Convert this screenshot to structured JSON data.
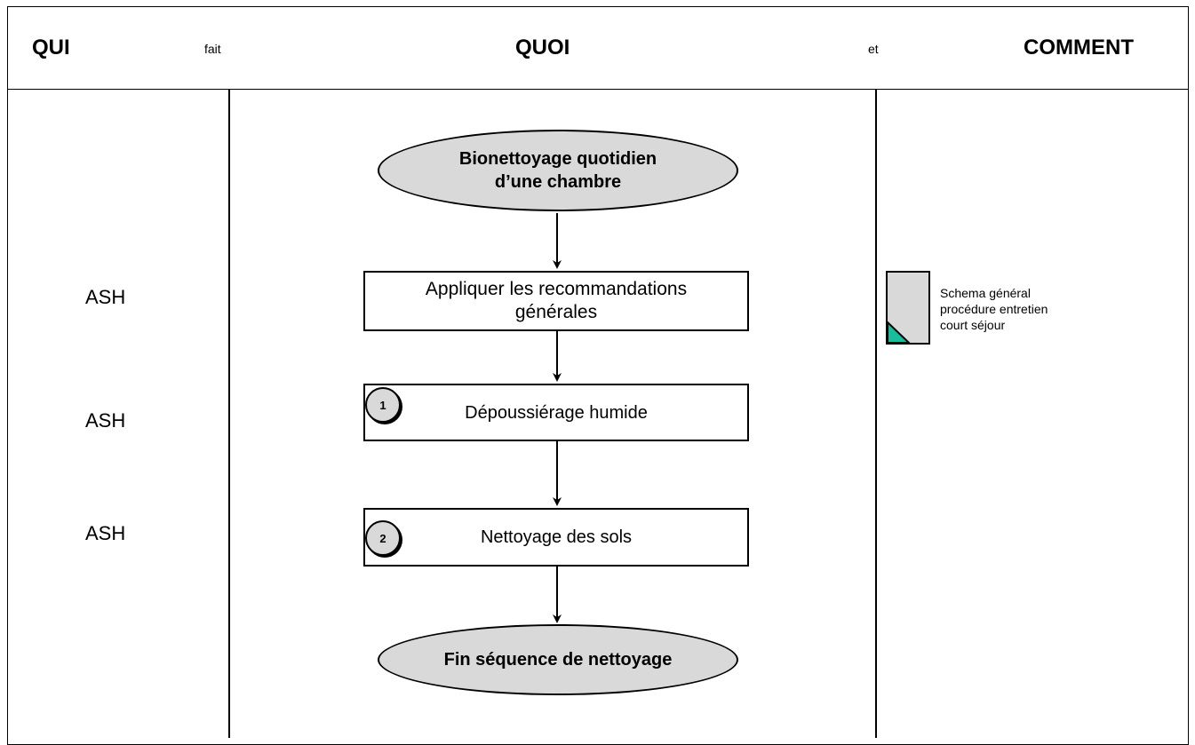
{
  "header": {
    "qui": "QUI",
    "fait": "fait",
    "quoi": "QUOI",
    "et": "et",
    "comment": "COMMENT"
  },
  "qui_labels": [
    "ASH",
    "ASH",
    "ASH"
  ],
  "flow": {
    "start": "Bionettoyage quotidien\nd’une chambre",
    "step1": "Appliquer les recommandations\ngénérales",
    "step2": {
      "num": "1",
      "label": "Dépoussiérage humide"
    },
    "step3": {
      "num": "2",
      "label": "Nettoyage des sols"
    },
    "end": "Fin séquence de nettoyage"
  },
  "comment": {
    "doc_text": "Schema général\nprocédure entretien\ncourt séjour",
    "doc_icon": "document-icon",
    "doc_accent": "#1abc9c"
  },
  "colors": {
    "shape_fill": "#d9d9d9",
    "border": "#000000"
  }
}
